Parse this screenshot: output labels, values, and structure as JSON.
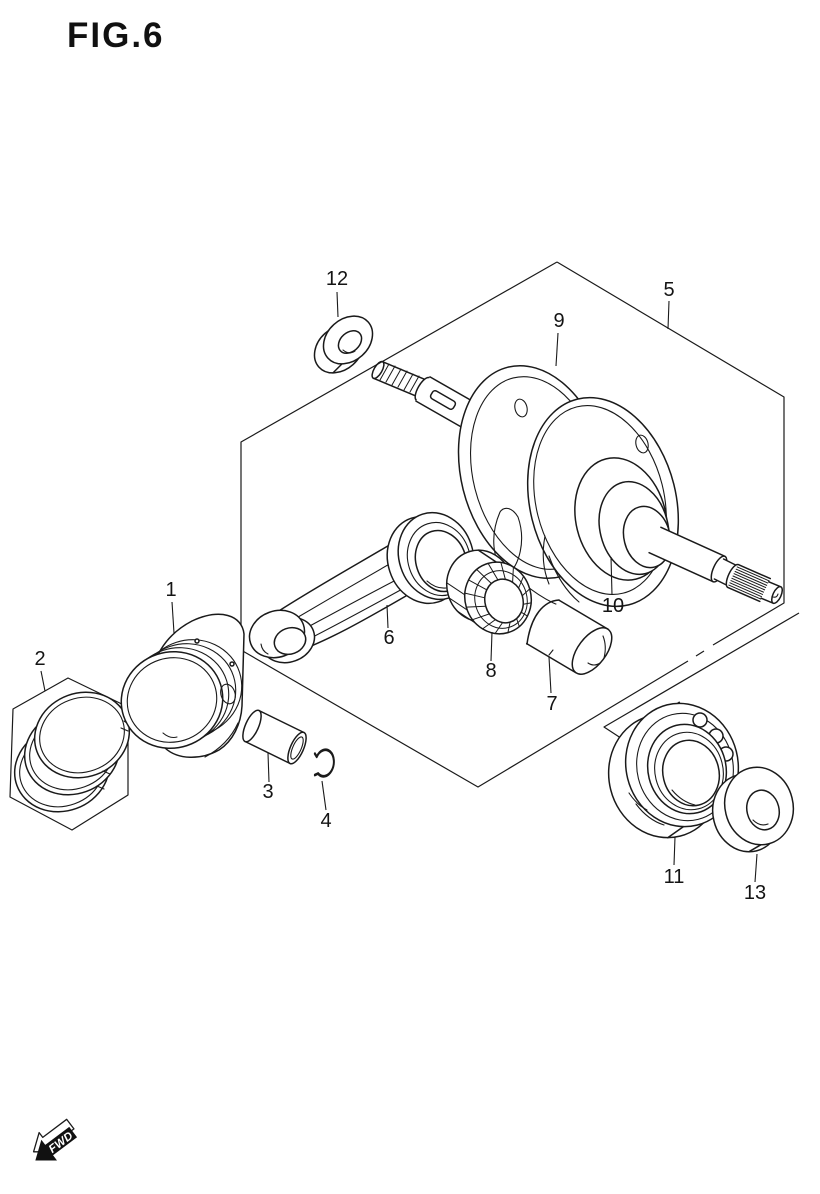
{
  "title": "FIG.6",
  "fwd_label": "FWD",
  "colors": {
    "line": "#1a1a1a",
    "background": "#ffffff"
  },
  "callouts": [
    {
      "ref": "1"
    },
    {
      "ref": "2"
    },
    {
      "ref": "3"
    },
    {
      "ref": "4"
    },
    {
      "ref": "5"
    },
    {
      "ref": "6"
    },
    {
      "ref": "7"
    },
    {
      "ref": "8"
    },
    {
      "ref": "9"
    },
    {
      "ref": "10"
    },
    {
      "ref": "11"
    },
    {
      "ref": "12"
    },
    {
      "ref": "13"
    }
  ]
}
